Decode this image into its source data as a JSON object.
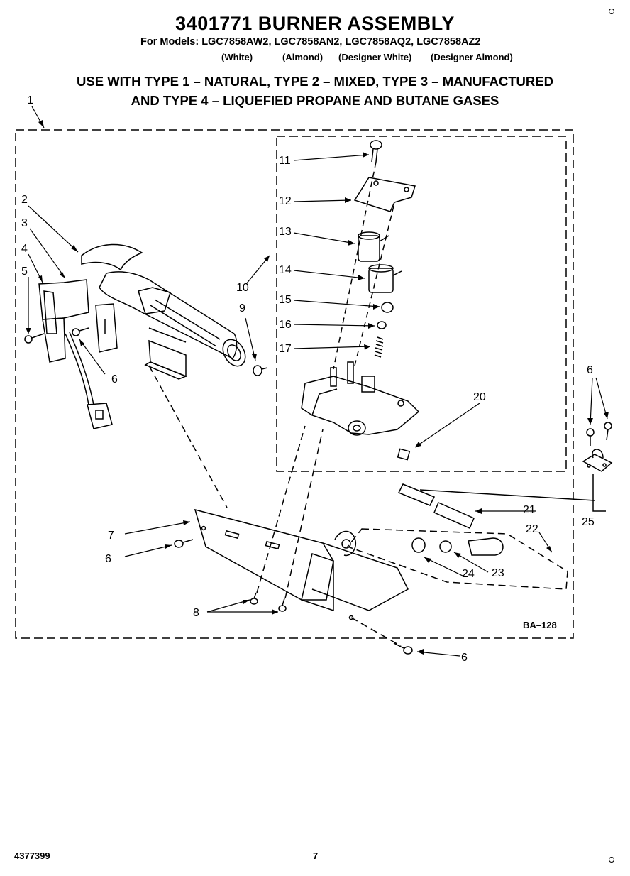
{
  "header": {
    "title": "3401771 BURNER ASSEMBLY",
    "models_line": "For Models: LGC7858AW2, LGC7858AN2, LGC7858AQ2, LGC7858AZ2",
    "finishes": [
      "(White)",
      "(Almond)",
      "(Designer White)",
      "(Designer Almond)"
    ],
    "gas_line_1": "USE WITH TYPE 1 – NATURAL, TYPE 2 – MIXED, TYPE 3 – MANUFACTURED",
    "gas_line_2": "AND TYPE 4 – LIQUEFIED PROPANE AND BUTANE GASES"
  },
  "callouts": [
    "1",
    "2",
    "3",
    "4",
    "5",
    "6",
    "7",
    "6",
    "8",
    "9",
    "10",
    "11",
    "12",
    "13",
    "14",
    "15",
    "16",
    "17",
    "20",
    "6",
    "21",
    "22",
    "23",
    "24",
    "25",
    "6"
  ],
  "diagram_code": "BA–128",
  "footer": {
    "doc_number": "4377399",
    "page_number": "7"
  }
}
